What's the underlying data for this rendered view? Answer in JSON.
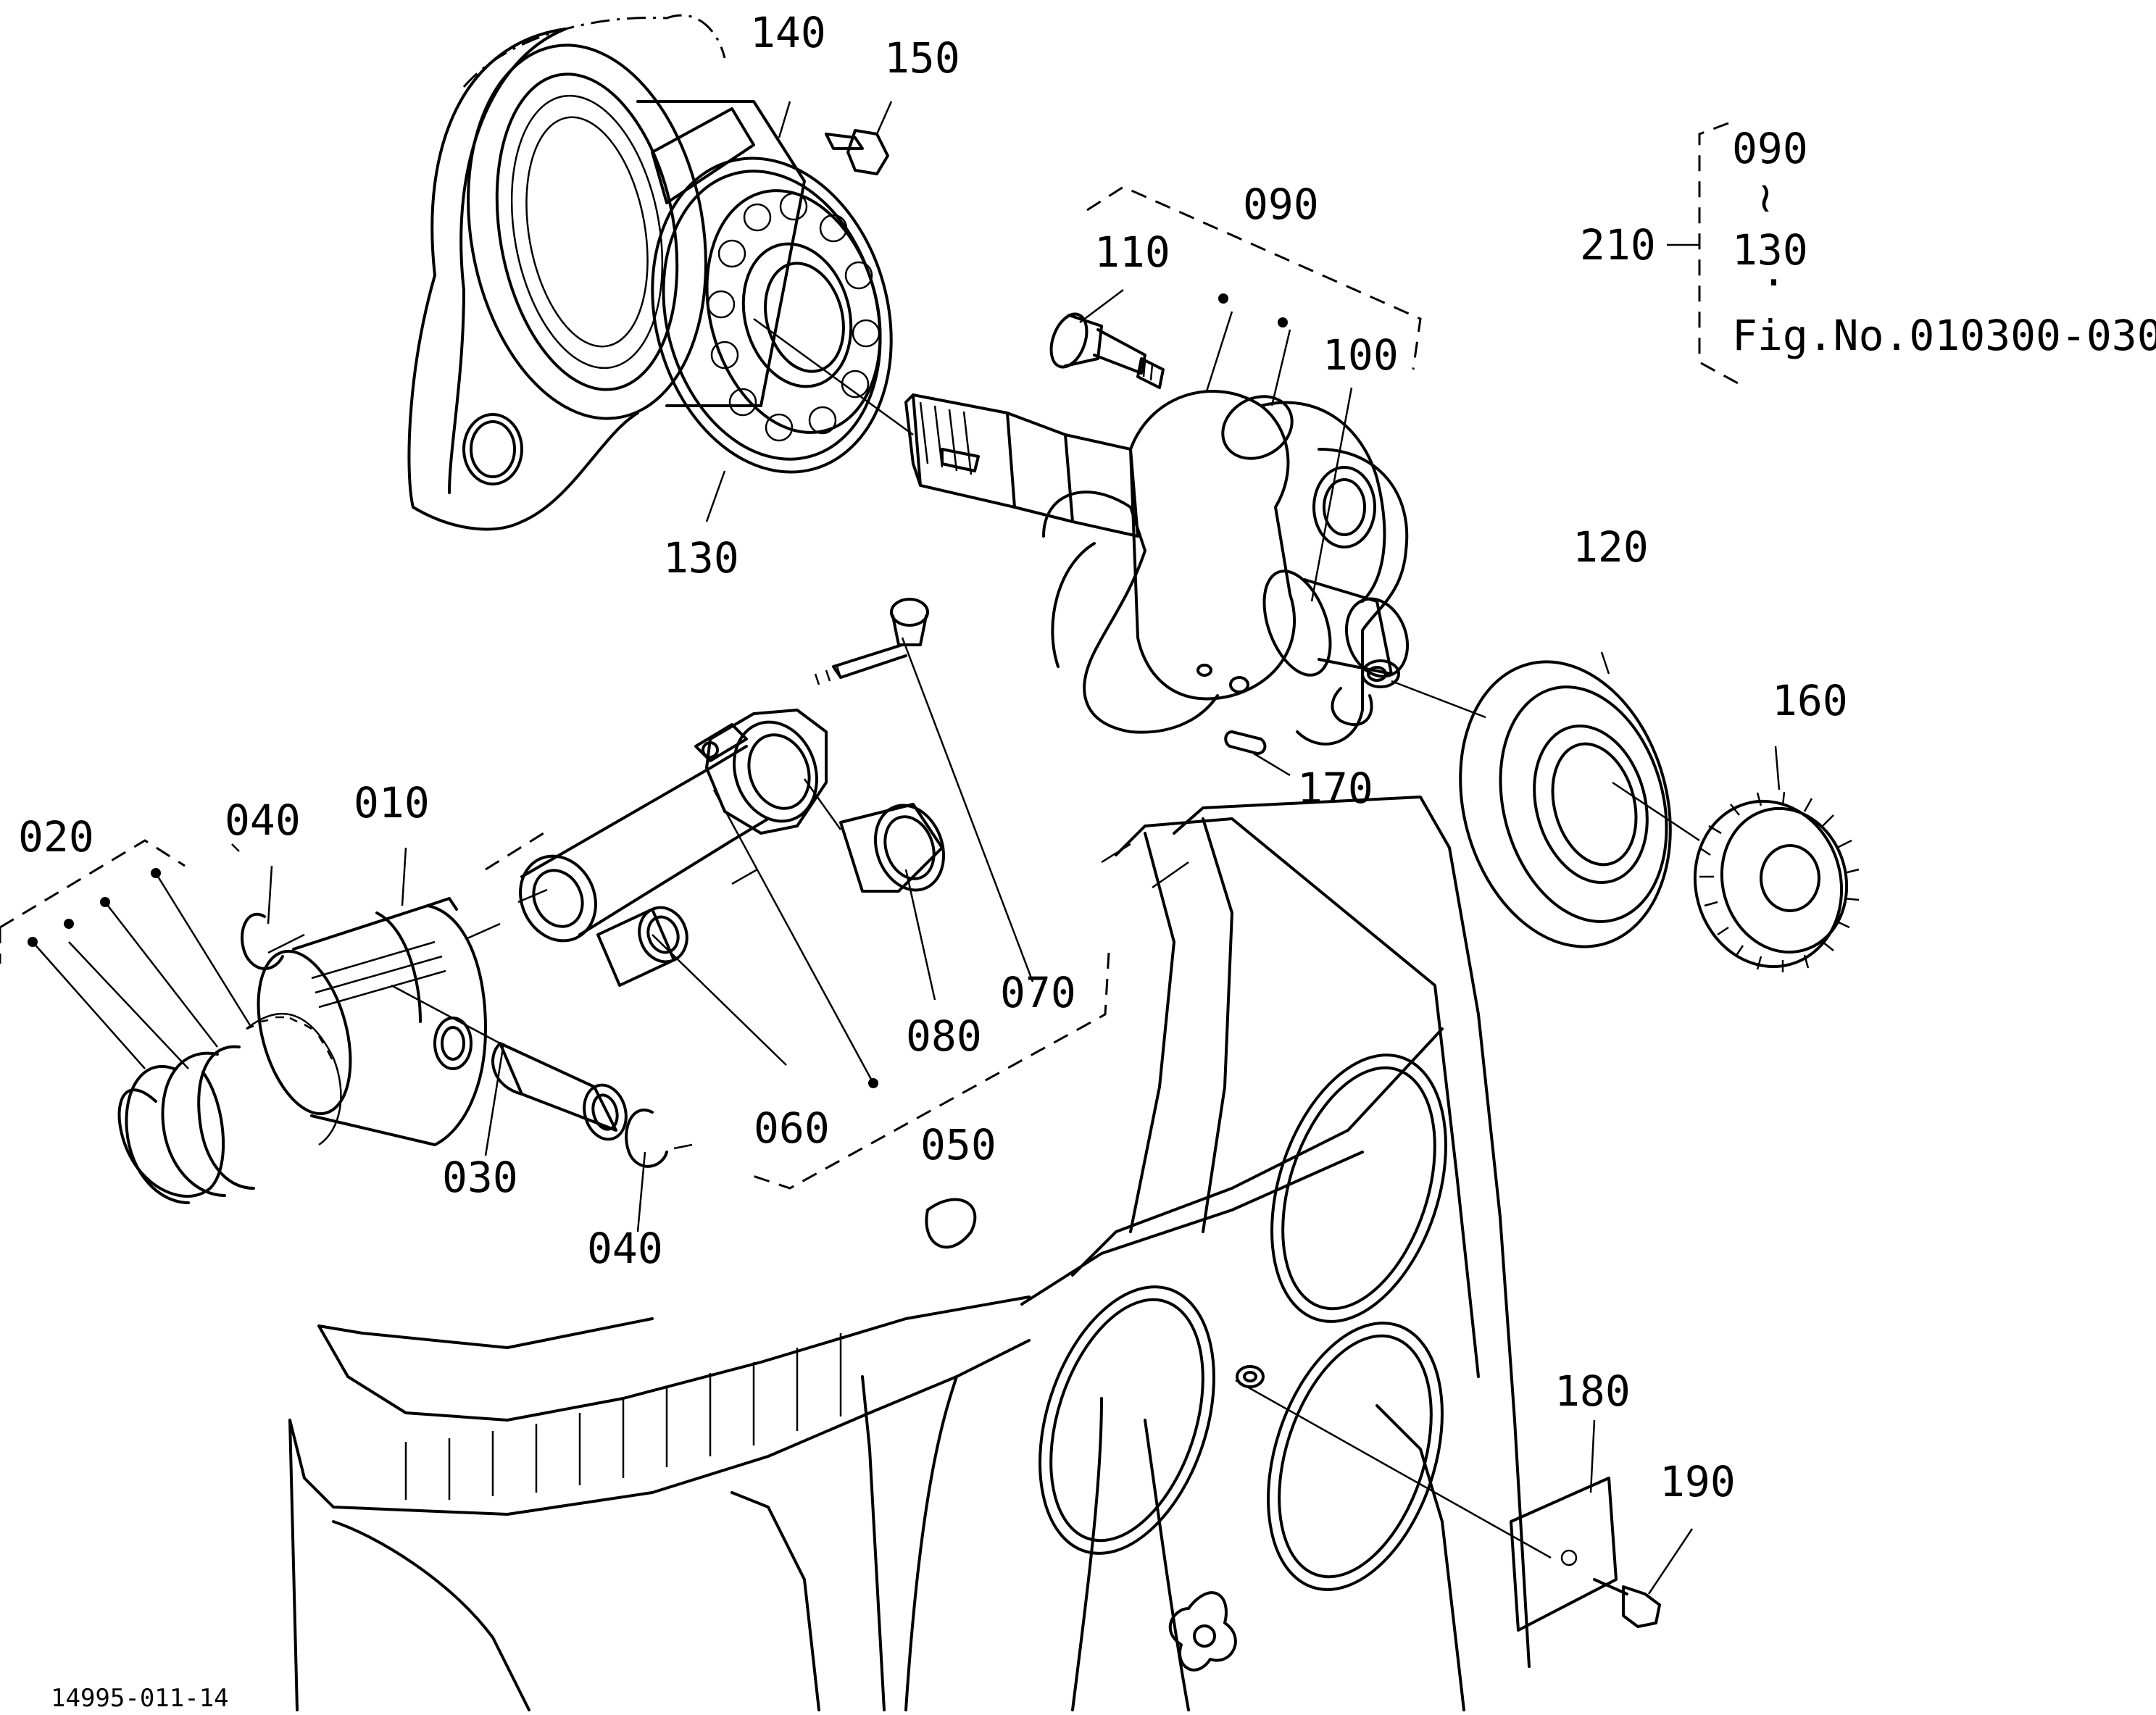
{
  "figure": {
    "drawing_number": "14995-011-14"
  },
  "legend": {
    "group_id": "210",
    "range_start": "090",
    "range_tilde": "≀",
    "range_end": "130",
    "bullet": "·",
    "figure_ref": "Fig.No.010300-030"
  },
  "labels": {
    "p010": "010",
    "p020": "020",
    "p030": "030",
    "p040a": "040",
    "p040b": "040",
    "p050": "050",
    "p060": "060",
    "p070": "070",
    "p080": "080",
    "p090": "090",
    "p100": "100",
    "p110": "110",
    "p120": "120",
    "p130": "130",
    "p140": "140",
    "p150": "150",
    "p160": "160",
    "p170": "170",
    "p180": "180",
    "p190": "190"
  }
}
